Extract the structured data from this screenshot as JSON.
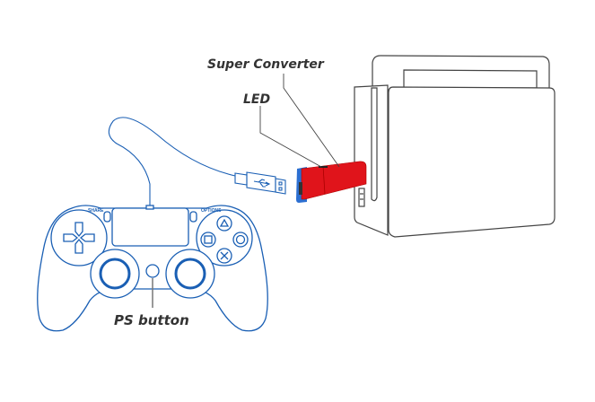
{
  "labels": {
    "super_converter": "Super Converter",
    "led": "LED",
    "ps_button": "PS button"
  },
  "controller_labels": {
    "share": "SHARE",
    "options": "OPTIONS"
  },
  "colors": {
    "controller_line": "#1a5fb4",
    "converter_red": "#e0141b",
    "converter_blue": "#2c6fd1",
    "dock_line": "#444444",
    "label_text": "#333333"
  }
}
